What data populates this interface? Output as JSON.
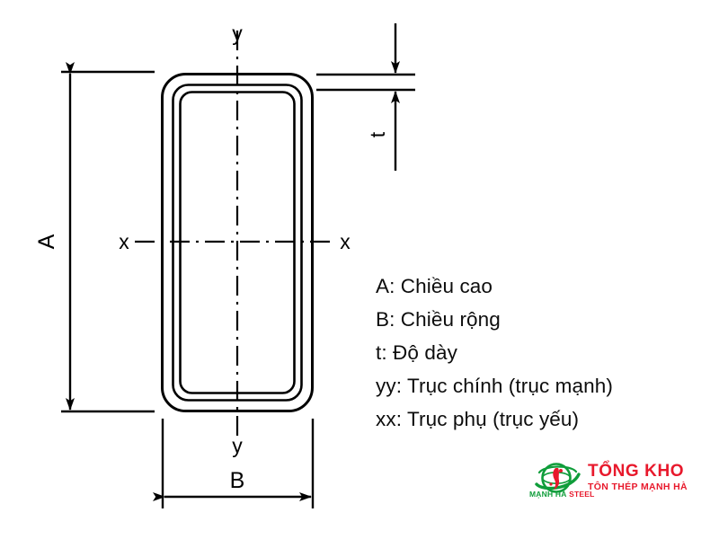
{
  "drawing": {
    "title": "Rectangular hollow steel section cross-section",
    "labels": {
      "axis_y_top": "y",
      "axis_y_bottom": "y",
      "axis_x_left": "x",
      "axis_x_right": "x",
      "dim_a": "A",
      "dim_b": "B",
      "dim_t": "t"
    },
    "colors": {
      "line": "#000000",
      "background": "#ffffff"
    }
  },
  "legend": {
    "lines": [
      "A: Chiều cao",
      "B: Chiều rộng",
      "t: Độ dày",
      "yy: Trục chính (trục mạnh)",
      "xx: Trục phụ (trục yếu)"
    ]
  },
  "logo": {
    "title": "TỔNG KHO",
    "subtitle": "TÔN THÉP MẠNH HÀ",
    "brand_part1": "MẠNH HÀ ",
    "brand_part2": "STEEL",
    "colors": {
      "red": "#e8192c",
      "green": "#0f9d3a"
    }
  }
}
